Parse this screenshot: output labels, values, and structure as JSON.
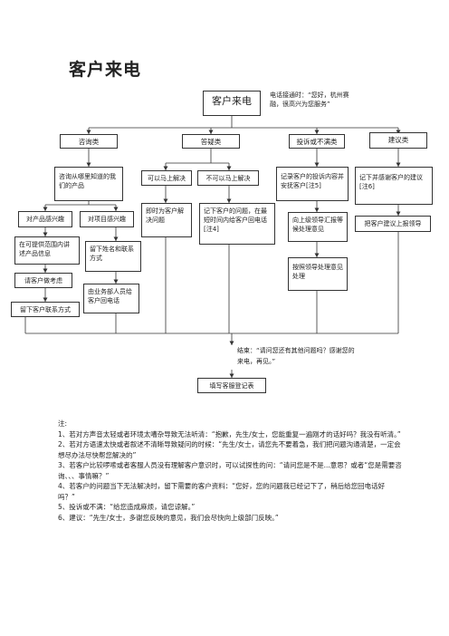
{
  "title": "客户来电",
  "root": {
    "label": "客户来电",
    "greeting": "电话接通时：“您好，杭州赛融，很高兴为您服务”"
  },
  "categories": {
    "consult": "咨询类",
    "doubt": "答疑类",
    "complaint": "投诉或不满类",
    "suggestion": "建议类"
  },
  "consult": {
    "source": "咨询从哪里知道的我们的产品",
    "product_interest": "对产品感兴趣",
    "project_interest": "对项目感兴趣",
    "explain": "在可提供范围内讲述产品信息",
    "consider": "请客户做考虑",
    "leave_contact": "留下客户联系方式",
    "leave_name": "留下姓名和联系方式",
    "callback": "由业务部人员给客户回电话"
  },
  "doubt": {
    "solvable": "可以马上解决",
    "unsolvable": "不可以马上解决",
    "solve_now": "即时为客户解决问题",
    "record": "记下客户的问题，在最短时间内给客户回电话[注4]"
  },
  "complaint": {
    "record": "记录客户的投诉内容并安抚客户[注5]",
    "report": "向上级领导汇报等候处理意见",
    "handle": "按照领导处理意见处理"
  },
  "suggestion": {
    "record": "记下并感谢客户的建议[注6]",
    "report": "把客户建议上报领导"
  },
  "closing": "结束：“请问您还有其他问题吗？感谢您的来电，再见。”",
  "form": "填写客服登记表",
  "notes": {
    "heading": "注:",
    "items": [
      "1、若对方声音太轻或者环境太嘈杂导致无法听清：“抱歉，先生/女士，您能重复一遍刚才的话好吗？我没有听清。”",
      "2、若对方语速太快或者叙述不清晰导致疑问的时候：“先生/女士，请您先不要着急，我们把问题沟通清楚，一定会想尽办法尽快帮您解决的”",
      "3、若客户比较啰嗦或者客服人员没有理解客户意识时，可以试探性的问：“请问您是不是...意思？或者“您是需要咨询、、、事情嘛？”",
      "4、若客户的问题当下无法解决时，留下需要的客户资料：“您好，您的问题我已经记下了，稍后给您回电话好吗？”",
      "5、投诉或不满：“给您造成麻烦，请您谅解。”",
      "6、建议：“先生/女士，多谢您反映的意见，我们会尽快向上级部门反映。”"
    ]
  }
}
